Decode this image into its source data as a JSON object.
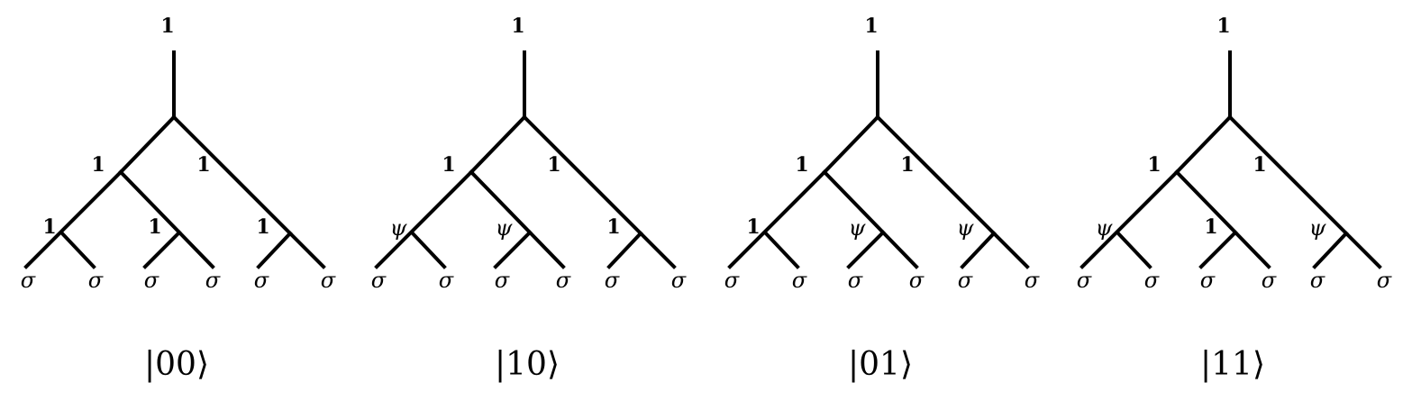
{
  "leaf_label": "σ",
  "trees": [
    {
      "root": "1",
      "left": "1",
      "right": "1",
      "inner": [
        "1",
        "1",
        "1"
      ],
      "state": "|00⟩"
    },
    {
      "root": "1",
      "left": "1",
      "right": "1",
      "inner": [
        "ψ",
        "ψ",
        "1"
      ],
      "state": "|10⟩"
    },
    {
      "root": "1",
      "left": "1",
      "right": "1",
      "inner": [
        "1",
        "ψ",
        "ψ"
      ],
      "state": "|01⟩"
    },
    {
      "root": "1",
      "left": "1",
      "right": "1",
      "inner": [
        "ψ",
        "1",
        "ψ"
      ],
      "state": "|11⟩"
    }
  ]
}
